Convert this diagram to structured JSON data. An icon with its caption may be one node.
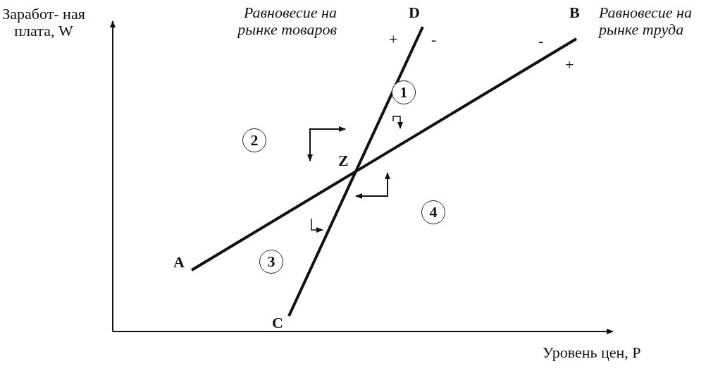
{
  "diagram": {
    "nodes": [
      {
        "text": [
          "1"
        ]
      },
      {
        "text": [
          "2"
        ]
      },
      {
        "text": [
          "4"
        ]
      },
      {
        "text": [
          "3"
        ]
      }
    ],
    "labels": [
      "Заработ- ная плата, W",
      "Равновесие на рынке товаров",
      "+",
      "-",
      "D",
      "B",
      "Равновесие на рынке труда",
      "-",
      "+",
      "Z",
      "A",
      "C",
      "Уровень цен, P"
    ]
  }
}
